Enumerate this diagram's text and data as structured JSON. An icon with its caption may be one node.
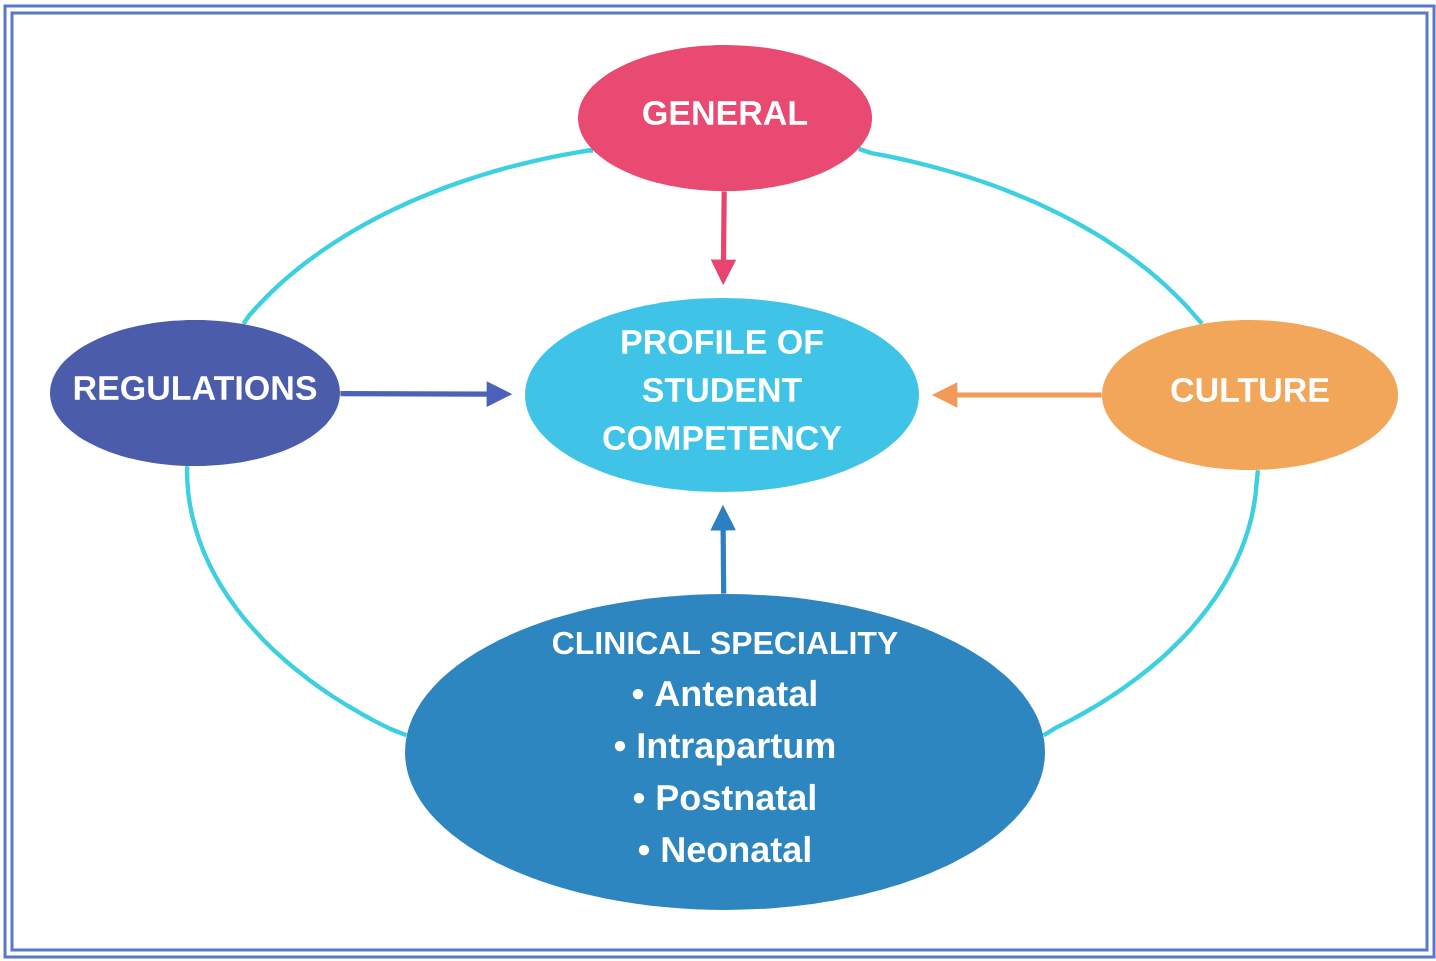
{
  "diagram": {
    "nodes": [
      {
        "text": [
          "GENERAL"
        ]
      },
      {
        "text": [
          "REGULATIONS"
        ]
      },
      {
        "text": [
          "PROFILE OF STUDENT COMPETENCY"
        ]
      },
      {
        "text": [
          "CULTURE"
        ]
      },
      {
        "text": [
          "CLINICAL SPECIALITY",
          "• Antenatal",
          "• Intrapartum",
          "• Postnatal",
          "• Neonatal"
        ]
      }
    ],
    "edges": [
      {
        "from": 0,
        "to": 2,
        "arrow": "to",
        "color": "#e8456e"
      },
      {
        "from": 1,
        "to": 2,
        "arrow": "to",
        "color": "#4a62b8"
      },
      {
        "from": 3,
        "to": 2,
        "arrow": "to",
        "color": "#f39a5a"
      },
      {
        "from": 4,
        "to": 2,
        "arrow": "to",
        "color": "#2e7fc0"
      },
      {
        "from": 0,
        "to": 3,
        "arrow": "none"
      },
      {
        "from": 3,
        "to": 4,
        "arrow": "none"
      },
      {
        "from": 4,
        "to": 1,
        "arrow": "none"
      },
      {
        "from": 1,
        "to": 0,
        "arrow": "none"
      }
    ]
  }
}
